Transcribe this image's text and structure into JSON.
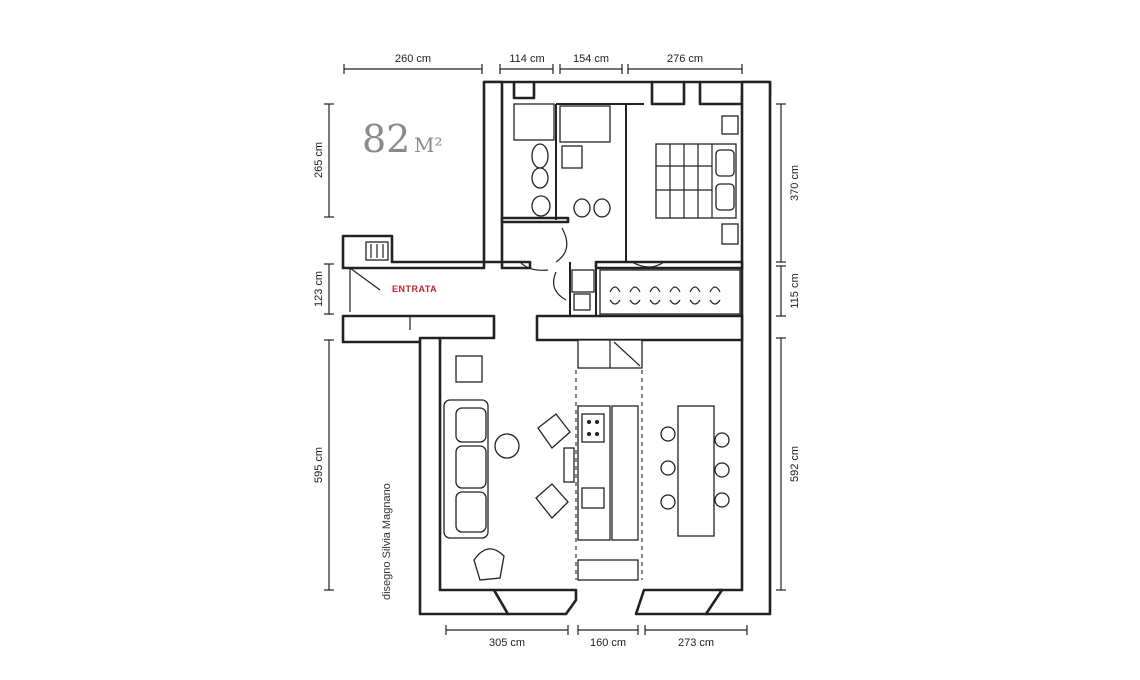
{
  "area": {
    "value": "82",
    "unit": "M²"
  },
  "entrance_label": "ENTRATA",
  "credit": "disegno Silvia Magnano",
  "dimensions": {
    "top": [
      "260 cm",
      "114 cm",
      "154 cm",
      "276 cm"
    ],
    "bottom": [
      "305 cm",
      "160 cm",
      "273 cm"
    ],
    "left": [
      "265 cm",
      "123 cm",
      "595 cm"
    ],
    "right": [
      "370 cm",
      "115 cm",
      "592 cm"
    ]
  }
}
